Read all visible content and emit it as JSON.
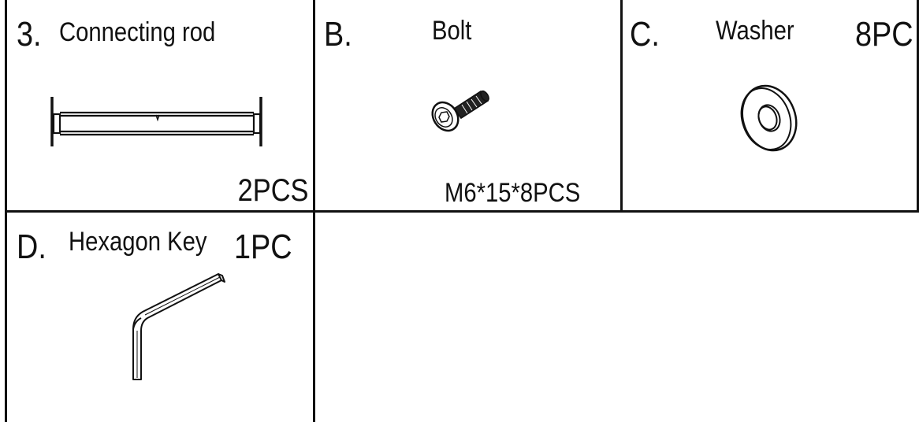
{
  "parts": [
    {
      "letter": "3.",
      "name": "Connecting rod",
      "quantity": "2PCS",
      "icon": "connecting-rod"
    },
    {
      "letter": "B.",
      "name": "Bolt",
      "quantity": "M6*15*8PCS",
      "icon": "bolt"
    },
    {
      "letter": "C.",
      "name": "Washer",
      "quantity": "8PC",
      "icon": "washer"
    },
    {
      "letter": "D.",
      "name": "Hexagon Key",
      "quantity": "1PC",
      "icon": "hexagon-key"
    }
  ],
  "colors": {
    "line": "#111111",
    "background": "#ffffff"
  }
}
